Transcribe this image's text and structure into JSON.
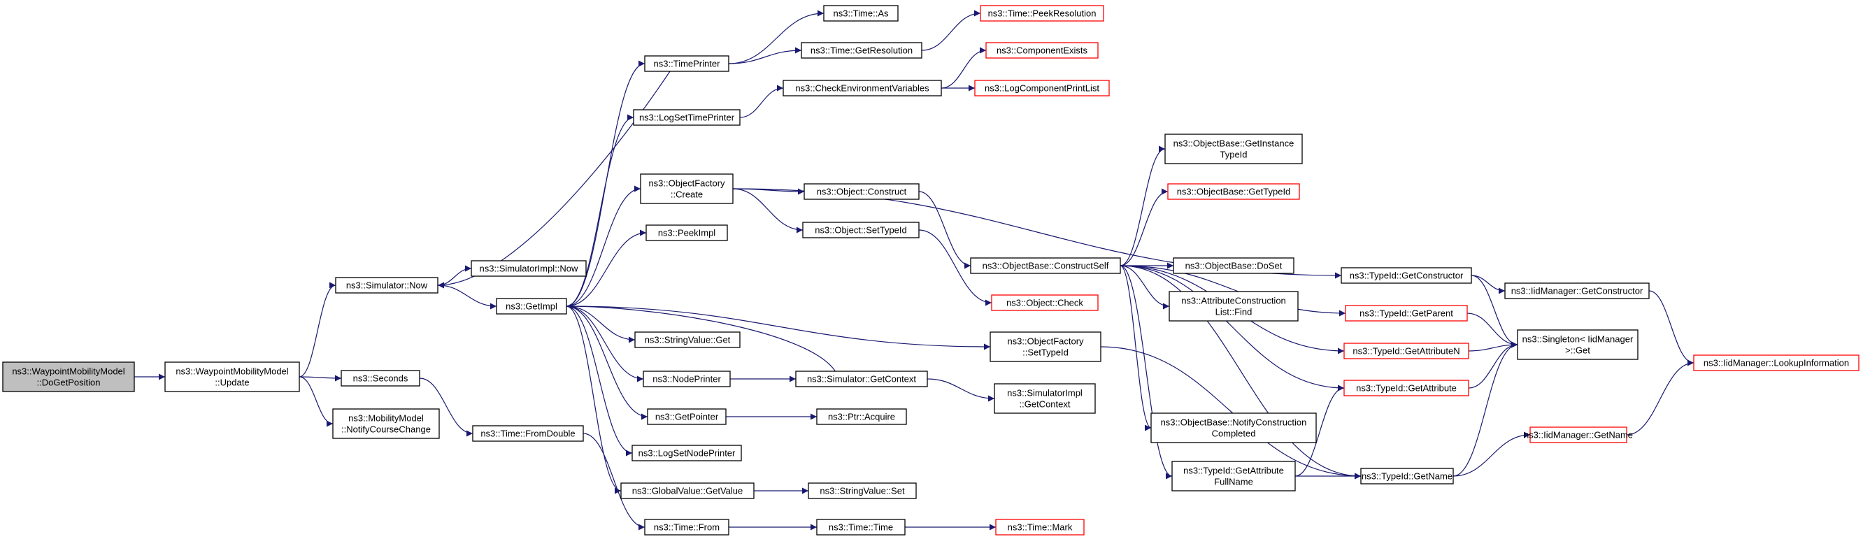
{
  "colors": {
    "edge": "#191970",
    "node_border": "#000000",
    "node_border_truncated": "#ff0000",
    "root_fill": "#bfbfbf",
    "node_fill": "#ffffff"
  },
  "nodes": [
    {
      "id": "root",
      "label": [
        "ns3::WaypointMobilityModel",
        "::DoGetPosition"
      ],
      "style": "root"
    },
    {
      "id": "wmm_update",
      "label": [
        "ns3::WaypointMobilityModel",
        "::Update"
      ],
      "style": "normal"
    },
    {
      "id": "sim_now",
      "label": [
        "ns3::Simulator::Now"
      ],
      "style": "normal"
    },
    {
      "id": "seconds",
      "label": [
        "ns3::Seconds"
      ],
      "style": "normal"
    },
    {
      "id": "notify_course",
      "label": [
        "ns3::MobilityModel",
        "::NotifyCourseChange"
      ],
      "style": "normal"
    },
    {
      "id": "simimpl_now",
      "label": [
        "ns3::SimulatorImpl::Now"
      ],
      "style": "normal"
    },
    {
      "id": "getimpl",
      "label": [
        "ns3::GetImpl"
      ],
      "style": "normal"
    },
    {
      "id": "time_fromdouble",
      "label": [
        "ns3::Time::FromDouble"
      ],
      "style": "normal"
    },
    {
      "id": "timeprinter",
      "label": [
        "ns3::TimePrinter"
      ],
      "style": "normal"
    },
    {
      "id": "logsettimeprinter",
      "label": [
        "ns3::LogSetTimePrinter"
      ],
      "style": "normal"
    },
    {
      "id": "objfactory_create",
      "label": [
        "ns3::ObjectFactory",
        "::Create"
      ],
      "style": "normal"
    },
    {
      "id": "peekimpl",
      "label": [
        "ns3::PeekImpl"
      ],
      "style": "normal"
    },
    {
      "id": "stringvalue_get",
      "label": [
        "ns3::StringValue::Get"
      ],
      "style": "normal"
    },
    {
      "id": "nodeprinter",
      "label": [
        "ns3::NodePrinter"
      ],
      "style": "normal"
    },
    {
      "id": "getpointer",
      "label": [
        "ns3::GetPointer"
      ],
      "style": "normal"
    },
    {
      "id": "logsetnodeprinter",
      "label": [
        "ns3::LogSetNodePrinter"
      ],
      "style": "normal"
    },
    {
      "id": "globalvalue_getvalue",
      "label": [
        "ns3::GlobalValue::GetValue"
      ],
      "style": "normal"
    },
    {
      "id": "time_from",
      "label": [
        "ns3::Time::From"
      ],
      "style": "normal"
    },
    {
      "id": "time_as",
      "label": [
        "ns3::Time::As"
      ],
      "style": "normal"
    },
    {
      "id": "time_getresolution",
      "label": [
        "ns3::Time::GetResolution"
      ],
      "style": "normal"
    },
    {
      "id": "checkenv",
      "label": [
        "ns3::CheckEnvironmentVariables"
      ],
      "style": "normal"
    },
    {
      "id": "object_construct",
      "label": [
        "ns3::Object::Construct"
      ],
      "style": "normal"
    },
    {
      "id": "object_settypeid",
      "label": [
        "ns3::Object::SetTypeId"
      ],
      "style": "normal"
    },
    {
      "id": "sim_getcontext",
      "label": [
        "ns3::Simulator::GetContext"
      ],
      "style": "normal"
    },
    {
      "id": "ptr_acquire",
      "label": [
        "ns3::Ptr::Acquire"
      ],
      "style": "normal"
    },
    {
      "id": "stringvalue_set",
      "label": [
        "ns3::StringValue::Set"
      ],
      "style": "normal"
    },
    {
      "id": "time_time",
      "label": [
        "ns3::Time::Time"
      ],
      "style": "normal"
    },
    {
      "id": "time_peekresolution",
      "label": [
        "ns3::Time::PeekResolution"
      ],
      "style": "truncated"
    },
    {
      "id": "componentexists",
      "label": [
        "ns3::ComponentExists"
      ],
      "style": "truncated"
    },
    {
      "id": "logcomponentprintlist",
      "label": [
        "ns3::LogComponentPrintList"
      ],
      "style": "truncated"
    },
    {
      "id": "objbase_constructself",
      "label": [
        "ns3::ObjectBase::ConstructSelf"
      ],
      "style": "normal"
    },
    {
      "id": "object_check",
      "label": [
        "ns3::Object::Check"
      ],
      "style": "truncated"
    },
    {
      "id": "objfactory_settypeid",
      "label": [
        "ns3::ObjectFactory",
        "::SetTypeId"
      ],
      "style": "normal"
    },
    {
      "id": "simimpl_getcontext",
      "label": [
        "ns3::SimulatorImpl",
        "::GetContext"
      ],
      "style": "normal"
    },
    {
      "id": "time_mark",
      "label": [
        "ns3::Time::Mark"
      ],
      "style": "truncated"
    },
    {
      "id": "objbase_getinstancetypeid",
      "label": [
        "ns3::ObjectBase::GetInstance",
        "TypeId"
      ],
      "style": "normal"
    },
    {
      "id": "objbase_gettypeid",
      "label": [
        "ns3::ObjectBase::GetTypeId"
      ],
      "style": "truncated"
    },
    {
      "id": "objbase_doset",
      "label": [
        "ns3::ObjectBase::DoSet"
      ],
      "style": "normal"
    },
    {
      "id": "attrconstlist_find",
      "label": [
        "ns3::AttributeConstruction",
        "List::Find"
      ],
      "style": "normal"
    },
    {
      "id": "objbase_notifyconstruction",
      "label": [
        "ns3::ObjectBase::NotifyConstruction",
        "Completed"
      ],
      "style": "normal"
    },
    {
      "id": "typeid_getattributefullname",
      "label": [
        "ns3::TypeId::GetAttribute",
        "FullName"
      ],
      "style": "normal"
    },
    {
      "id": "typeid_getconstructor",
      "label": [
        "ns3::TypeId::GetConstructor"
      ],
      "style": "normal"
    },
    {
      "id": "typeid_getparent",
      "label": [
        "ns3::TypeId::GetParent"
      ],
      "style": "truncated"
    },
    {
      "id": "typeid_getattributen",
      "label": [
        "ns3::TypeId::GetAttributeN"
      ],
      "style": "truncated"
    },
    {
      "id": "typeid_getattribute",
      "label": [
        "ns3::TypeId::GetAttribute"
      ],
      "style": "truncated"
    },
    {
      "id": "typeid_getname",
      "label": [
        "ns3::TypeId::GetName"
      ],
      "style": "normal"
    },
    {
      "id": "iidmanager_getconstructor",
      "label": [
        "ns3::IidManager::GetConstructor"
      ],
      "style": "normal"
    },
    {
      "id": "singleton_get",
      "label": [
        "ns3::Singleton< IidManager",
        " >::Get"
      ],
      "style": "normal"
    },
    {
      "id": "iidmanager_getname",
      "label": [
        "ns3::IidManager::GetName"
      ],
      "style": "truncated"
    },
    {
      "id": "iidmanager_lookupinfo",
      "label": [
        "ns3::IidManager::LookupInformation"
      ],
      "style": "truncated"
    }
  ],
  "edges": [
    [
      "root",
      "wmm_update"
    ],
    [
      "wmm_update",
      "sim_now"
    ],
    [
      "wmm_update",
      "seconds"
    ],
    [
      "wmm_update",
      "notify_course"
    ],
    [
      "sim_now",
      "simimpl_now"
    ],
    [
      "sim_now",
      "getimpl"
    ],
    [
      "seconds",
      "time_fromdouble"
    ],
    [
      "time_fromdouble",
      "time_from"
    ],
    [
      "getimpl",
      "timeprinter"
    ],
    [
      "getimpl",
      "logsettimeprinter"
    ],
    [
      "getimpl",
      "objfactory_create"
    ],
    [
      "getimpl",
      "peekimpl"
    ],
    [
      "getimpl",
      "stringvalue_get"
    ],
    [
      "getimpl",
      "nodeprinter"
    ],
    [
      "getimpl",
      "getpointer"
    ],
    [
      "getimpl",
      "logsetnodeprinter"
    ],
    [
      "getimpl",
      "globalvalue_getvalue"
    ],
    [
      "getimpl",
      "objfactory_settypeid"
    ],
    [
      "timeprinter",
      "time_as"
    ],
    [
      "timeprinter",
      "time_getresolution"
    ],
    [
      "timeprinter",
      "sim_now"
    ],
    [
      "time_getresolution",
      "time_peekresolution"
    ],
    [
      "logsettimeprinter",
      "checkenv"
    ],
    [
      "checkenv",
      "componentexists"
    ],
    [
      "checkenv",
      "logcomponentprintlist"
    ],
    [
      "objfactory_create",
      "object_construct"
    ],
    [
      "objfactory_create",
      "object_settypeid"
    ],
    [
      "objfactory_create",
      "typeid_getconstructor"
    ],
    [
      "object_construct",
      "objbase_constructself"
    ],
    [
      "object_settypeid",
      "object_check"
    ],
    [
      "nodeprinter",
      "sim_getcontext"
    ],
    [
      "sim_getcontext",
      "simimpl_getcontext"
    ],
    [
      "sim_getcontext",
      "getimpl"
    ],
    [
      "getpointer",
      "ptr_acquire"
    ],
    [
      "globalvalue_getvalue",
      "stringvalue_set"
    ],
    [
      "time_from",
      "time_time"
    ],
    [
      "time_time",
      "time_mark"
    ],
    [
      "objbase_constructself",
      "objbase_getinstancetypeid"
    ],
    [
      "objbase_constructself",
      "objbase_gettypeid"
    ],
    [
      "objbase_constructself",
      "objbase_doset"
    ],
    [
      "objbase_constructself",
      "attrconstlist_find"
    ],
    [
      "objbase_constructself",
      "objbase_notifyconstruction"
    ],
    [
      "objbase_constructself",
      "typeid_getattributefullname"
    ],
    [
      "objbase_constructself",
      "typeid_getparent"
    ],
    [
      "objbase_constructself",
      "typeid_getattributen"
    ],
    [
      "objbase_constructself",
      "typeid_getattribute"
    ],
    [
      "objbase_constructself",
      "typeid_getname"
    ],
    [
      "objfactory_settypeid",
      "typeid_getname"
    ],
    [
      "typeid_getattributefullname",
      "typeid_getattribute"
    ],
    [
      "typeid_getattributefullname",
      "typeid_getname"
    ],
    [
      "typeid_getconstructor",
      "iidmanager_getconstructor"
    ],
    [
      "typeid_getconstructor",
      "singleton_get"
    ],
    [
      "typeid_getparent",
      "singleton_get"
    ],
    [
      "typeid_getattributen",
      "singleton_get"
    ],
    [
      "typeid_getattribute",
      "singleton_get"
    ],
    [
      "typeid_getname",
      "singleton_get"
    ],
    [
      "typeid_getname",
      "iidmanager_getname"
    ],
    [
      "iidmanager_getconstructor",
      "iidmanager_lookupinfo"
    ],
    [
      "iidmanager_getname",
      "iidmanager_lookupinfo"
    ]
  ]
}
